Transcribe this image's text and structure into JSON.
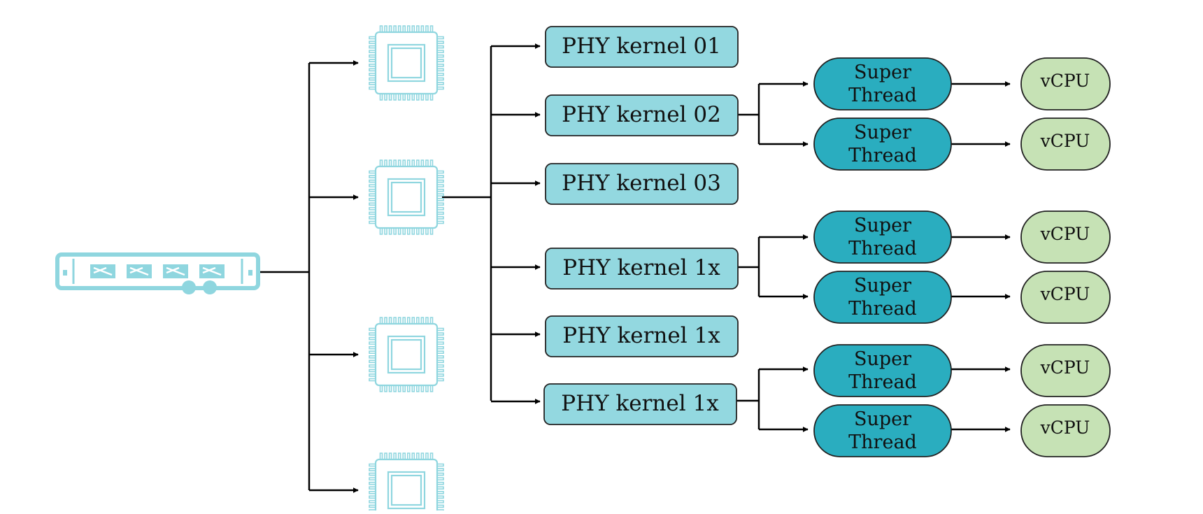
{
  "colors": {
    "icon": "#8fd6df",
    "kernel_fill": "#93d8e0",
    "thread_fill": "#2aadbf",
    "vcpu_fill": "#c6e2b5",
    "line": "#000000"
  },
  "server": {
    "icon": "server-rack-icon"
  },
  "cpus": [
    {
      "icon": "cpu-chip-icon"
    },
    {
      "icon": "cpu-chip-icon"
    },
    {
      "icon": "cpu-chip-icon"
    },
    {
      "icon": "cpu-chip-icon"
    }
  ],
  "kernels": [
    {
      "label": "PHY kernel 01"
    },
    {
      "label": "PHY kernel 02"
    },
    {
      "label": "PHY kernel 03"
    },
    {
      "label": "PHY kernel 1x"
    },
    {
      "label": "PHY kernel 1x"
    },
    {
      "label": "PHY kernel 1x"
    }
  ],
  "threads": [
    {
      "line1": "Super",
      "line2": "Thread",
      "vcpu": "vCPU"
    },
    {
      "line1": "Super",
      "line2": "Thread",
      "vcpu": "vCPU"
    },
    {
      "line1": "Super",
      "line2": "Thread",
      "vcpu": "vCPU"
    },
    {
      "line1": "Super",
      "line2": "Thread",
      "vcpu": "vCPU"
    },
    {
      "line1": "Super",
      "line2": "Thread",
      "vcpu": "vCPU"
    },
    {
      "line1": "Super",
      "line2": "Thread",
      "vcpu": "vCPU"
    }
  ]
}
